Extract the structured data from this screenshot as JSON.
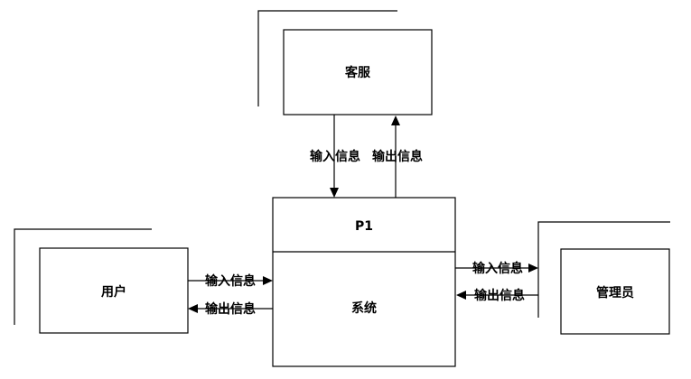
{
  "diagram": {
    "entities": {
      "customer_service": "客服",
      "user": "用户",
      "admin": "管理员"
    },
    "process": {
      "id": "P1",
      "name": "系统"
    },
    "flows": {
      "cs_input": "输入信息",
      "cs_output": "输出信息",
      "user_input": "输入信息",
      "user_output": "输出信息",
      "admin_input": "输入信息",
      "admin_output": "输出信息"
    }
  }
}
